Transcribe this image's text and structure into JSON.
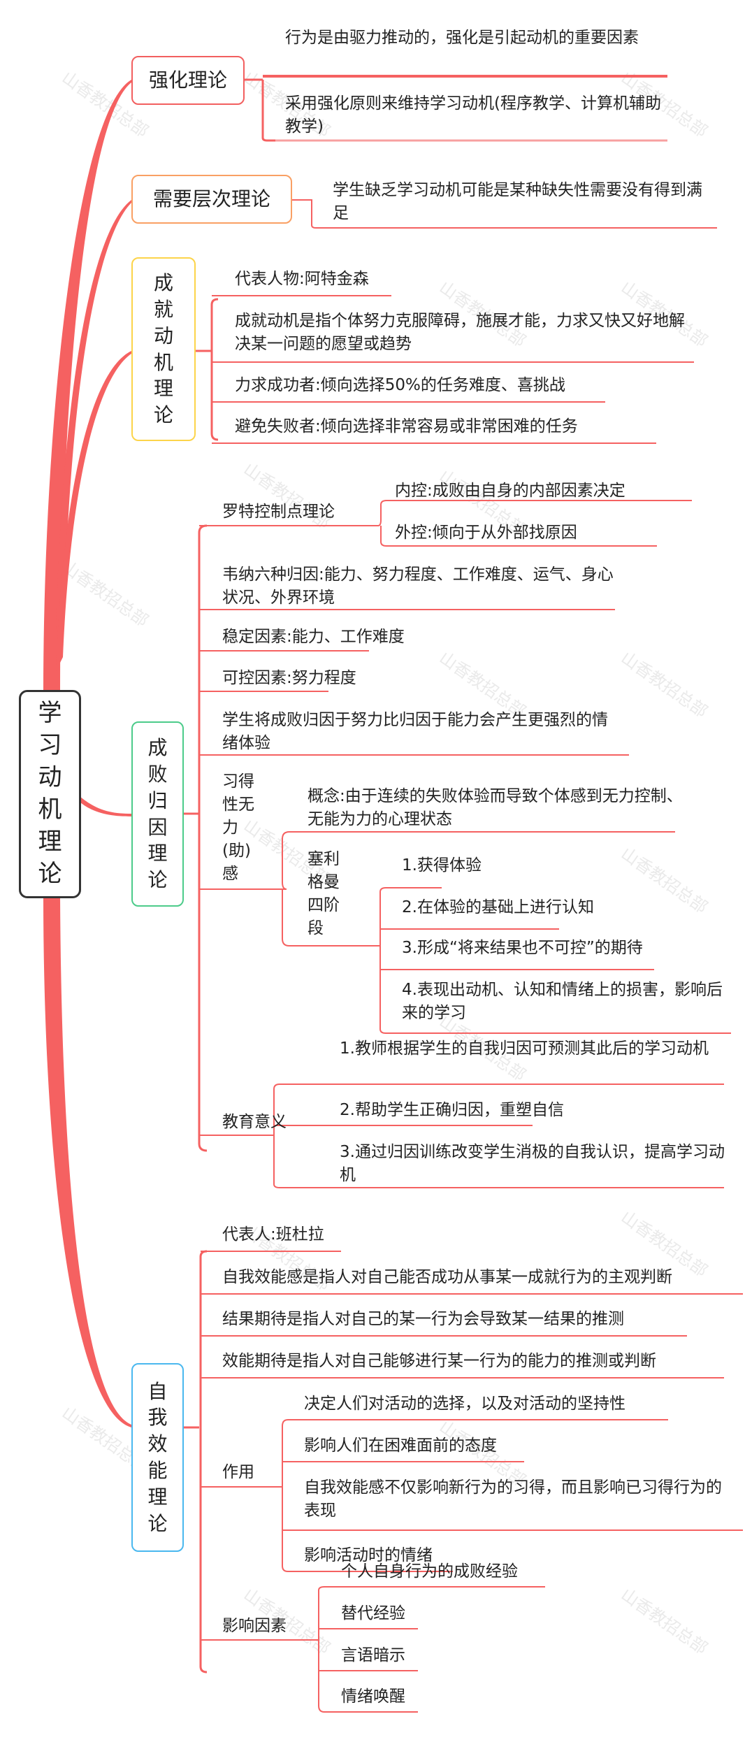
{
  "colors": {
    "branch": "#f56161",
    "root_border": "#333333",
    "strengthen_border": "#f25f5f",
    "needs_border": "#f9a064",
    "achievement_border": "#fcd44a",
    "attribution_border": "#4ccb8a",
    "efficacy_border": "#4ab8ef",
    "text": "#222222",
    "watermark": "#cfcfcf"
  },
  "watermark": "山香教招总部",
  "root": {
    "label": "学习动机理论"
  },
  "branches": {
    "strengthen": {
      "label": "强化理论",
      "items": [
        "行为是由驱力推动的，强化是引起动机的重要因素",
        "采用强化原则来维持学习动机(程序教学、计算机辅助教学)"
      ]
    },
    "needs": {
      "label": "需要层次理论",
      "items": [
        "学生缺乏学习动机可能是某种缺失性需要没有得到满足"
      ]
    },
    "achievement": {
      "label": "成就动机理论",
      "items": [
        "代表人物:阿特金森",
        "成就动机是指个体努力克服障碍，施展才能，力求又快又好地解决某一问题的愿望或趋势",
        "力求成功者:倾向选择50%的任务难度、喜挑战",
        "避免失败者:倾向选择非常容易或非常困难的任务"
      ]
    },
    "attribution": {
      "label": "成败归因理论",
      "rotter": {
        "label": "罗特控制点理论",
        "items": [
          "内控:成败由自身的内部因素决定",
          "外控:倾向于从外部找原因"
        ]
      },
      "weiner": "韦纳六种归因:能力、努力程度、工作难度、运气、身心状况、外界环境",
      "stable": "稳定因素:能力、工作难度",
      "controllable": "可控因素:努力程度",
      "effort": "学生将成败归因于努力比归因于能力会产生更强烈的情绪体验",
      "helplessness": {
        "label": "习得性无力(助)感",
        "concept": "概念:由于连续的失败体验而导致个体感到无力控制、无能为力的心理状态",
        "seligman": {
          "label": "塞利格曼四阶段",
          "items": [
            "1.获得体验",
            "2.在体验的基础上进行认知",
            "3.形成“将来结果也不可控”的期待",
            "4.表现出动机、认知和情绪上的损害，影响后来的学习"
          ]
        }
      },
      "education": {
        "label": "教育意义",
        "items": [
          "1.教师根据学生的自我归因可预测其此后的学习动机",
          "2.帮助学生正确归因，重塑自信",
          "3.通过归因训练改变学生消极的自我认识，提高学习动机"
        ]
      }
    },
    "efficacy": {
      "label": "自我效能理论",
      "representative": "代表人:班杜拉",
      "definition": "自我效能感是指人对自己能否成功从事某一成就行为的主观判断",
      "outcome": "结果期待是指人对自己的某一行为会导致某一结果的推测",
      "efficacy_expect": "效能期待是指人对自己能够进行某一行为的能力的推测或判断",
      "functions": {
        "label": "作用",
        "items": [
          "决定人们对活动的选择，以及对活动的坚持性",
          "影响人们在困难面前的态度",
          "自我效能感不仅影响新行为的习得，而且影响已习得行为的表现",
          "影响活动时的情绪"
        ]
      },
      "factors": {
        "label": "影响因素",
        "items": [
          "个人自身行为的成败经验",
          "替代经验",
          "言语暗示",
          "情绪唤醒"
        ]
      }
    }
  }
}
